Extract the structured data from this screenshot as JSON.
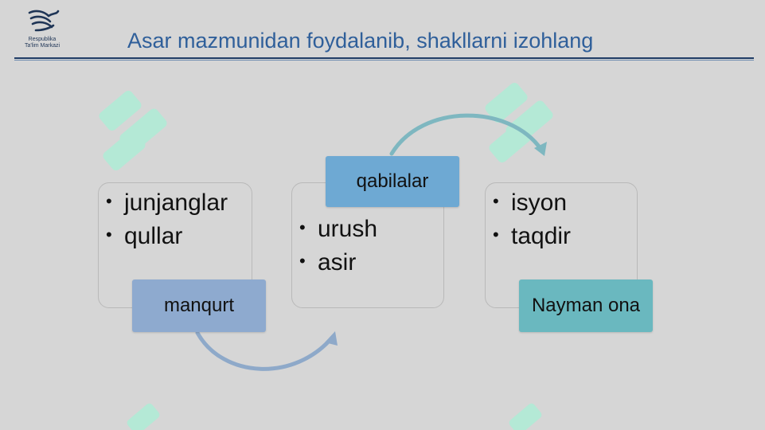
{
  "logo": {
    "line1": "Respublika",
    "line2": "Ta'lim Markazi",
    "icon": "bird-emblem-icon"
  },
  "title": "Asar mazmunidan foydalanib, shakllarni izohlang",
  "colors": {
    "title": "#2f5f9a",
    "tag1": "#8eaacf",
    "tag2": "#6ea9d3",
    "tag3": "#6ab8bf",
    "arrow1": "#8ea9c9",
    "arrow2": "#7eb7c0",
    "watermark": "#a9efd6"
  },
  "cards": [
    {
      "tag": "manqurt",
      "items": [
        "junjanglar",
        "qullar"
      ]
    },
    {
      "tag": "qabilalar",
      "items": [
        "urush",
        "asir"
      ]
    },
    {
      "tag": "Nayman ona",
      "items": [
        "isyon",
        "taqdir"
      ]
    }
  ]
}
